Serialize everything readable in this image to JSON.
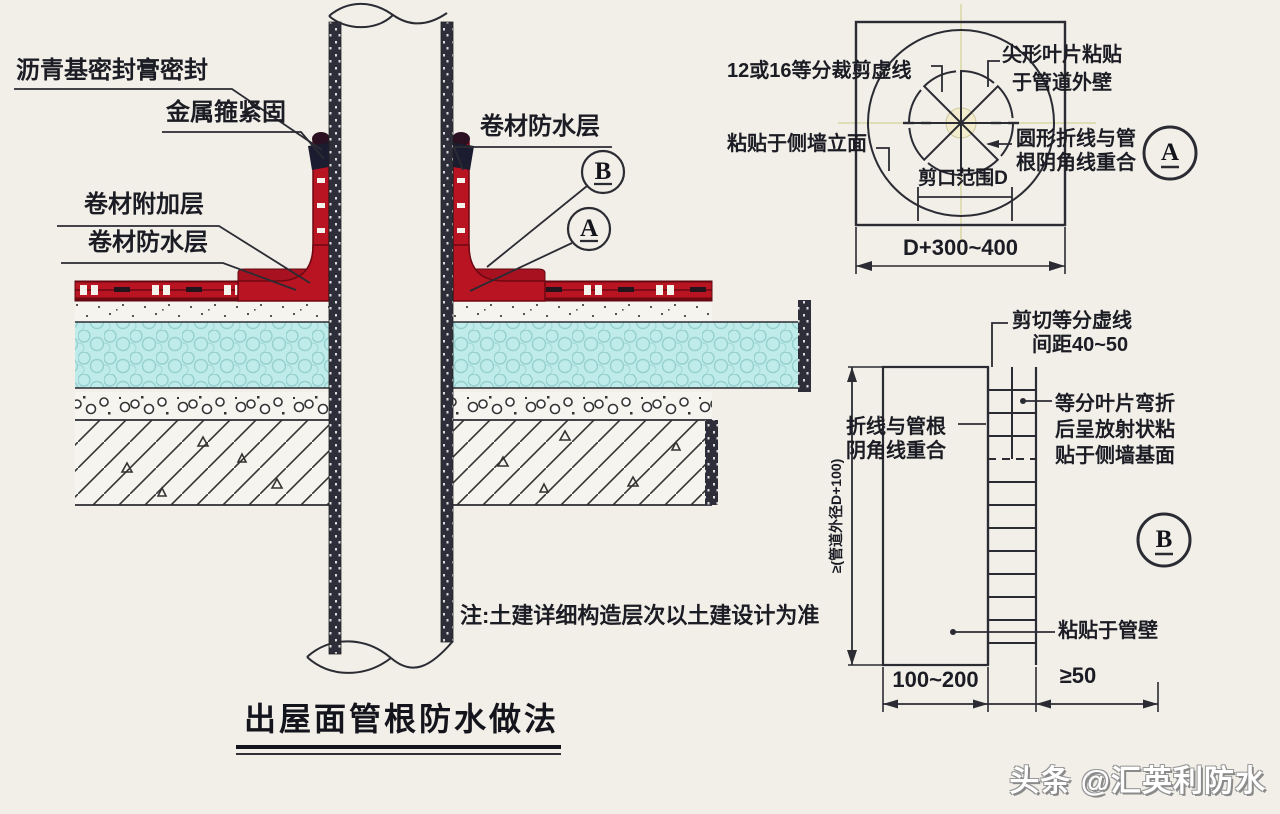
{
  "main": {
    "labels": {
      "sealant": "沥青基密封膏密封",
      "clamp": "金属箍紧固",
      "membrane_top_right": "卷材防水层",
      "membrane_add": "卷材附加层",
      "membrane_left": "卷材防水层"
    },
    "callouts": {
      "a": "A",
      "b": "B"
    },
    "note": "注:土建详细构造层次以土建设计为准",
    "title": "出屋面管根防水做法"
  },
  "detail_a": {
    "tag": "A",
    "label_divide": "12或16等分裁剪虚线",
    "label_blade_1": "尖形叶片粘贴",
    "label_blade_2": "于管道外壁",
    "label_side_wall": "粘贴于侧墙立面",
    "label_fold_1": "圆形折线与管",
    "label_fold_2": "根阴角线重合",
    "label_cut_range": "剪口范围D",
    "dim_width": "D+300~400"
  },
  "detail_b": {
    "tag": "B",
    "label_cut_1": "剪切等分虚线",
    "label_cut_2": "间距40~50",
    "label_fold_1": "折线与管根",
    "label_fold_2": "阴角线重合",
    "label_radial_1": "等分叶片弯折",
    "label_radial_2": "后呈放射状粘",
    "label_radial_3": "贴于侧墙基面",
    "label_pipe_wall": "粘贴于管壁",
    "dim_height": "≥(管道外径D+100)",
    "dim_bottom_left": "100~200",
    "dim_bottom_right": "≥50"
  },
  "watermark": "头条 @汇英利防水",
  "colors": {
    "background": "#f1efe8",
    "line": "#2b2b33",
    "membrane_red": "#b91422",
    "membrane_dark": "#6e0812",
    "insulation_cyan": "#bfecea",
    "clamp_dark": "#1c1c30",
    "crosshair_yellow": "#deddb6",
    "watermark_gray": "#8a8a8a"
  }
}
